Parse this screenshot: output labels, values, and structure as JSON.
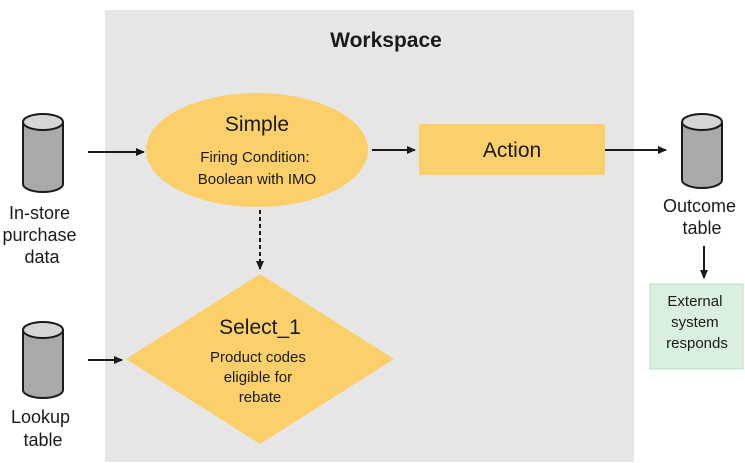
{
  "workspace": {
    "title": "Workspace"
  },
  "nodes": {
    "instore": {
      "label_lines": [
        "In-store",
        "purchase",
        "data"
      ]
    },
    "lookup": {
      "label_lines": [
        "Lookup",
        "table"
      ]
    },
    "outcome": {
      "label_lines": [
        "Outcome",
        "table"
      ]
    },
    "simple": {
      "title": "Simple",
      "subtitle_lines": [
        "Firing Condition:",
        "Boolean with IMO"
      ]
    },
    "action": {
      "label": "Action"
    },
    "select": {
      "title": "Select_1",
      "subtitle_lines": [
        "Product codes",
        "eligible for",
        "rebate"
      ]
    },
    "external": {
      "label_lines": [
        "External",
        "system",
        "responds"
      ]
    }
  },
  "colors": {
    "workspace_bg": "#e6e6e7",
    "shape_fill": "#fbcf6a",
    "external_fill": "#d9f0df",
    "external_border": "#b5dfc1",
    "cylinder_body": "#a9a9ab",
    "cylinder_top": "#d6d6d8",
    "stroke": "#1a1a1a"
  }
}
